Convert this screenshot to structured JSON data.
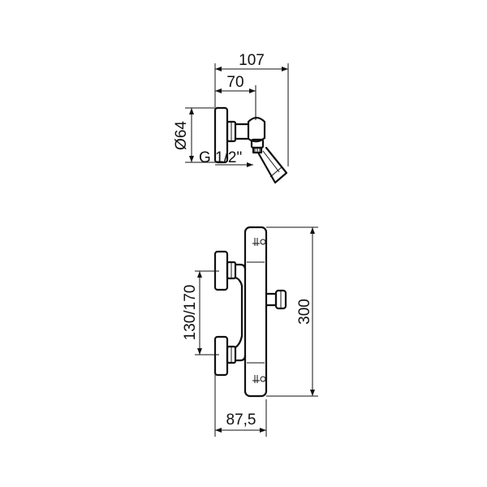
{
  "dimensions": {
    "top_width_overall": "107",
    "top_width_partial": "70",
    "top_diameter": "Ø64",
    "top_thread": "G 1/2\"",
    "front_height": "300",
    "front_centers": "130/170",
    "front_depth": "87,5"
  }
}
